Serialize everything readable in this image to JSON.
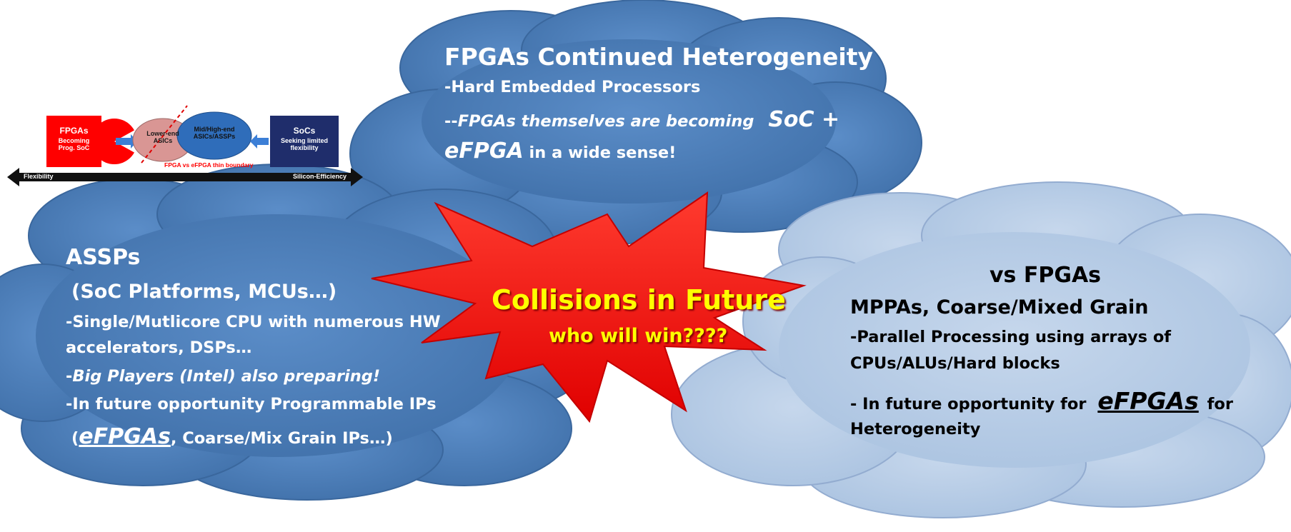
{
  "top_cloud": {
    "title": "FPGAs Continued Heterogeneity",
    "line1": "-Hard Embedded Processors",
    "line2_prefix": "--",
    "line2": "FPGAs themselves are becoming",
    "line2_big": "SoC +",
    "line3_em": "eFPGA",
    "line3": "in a wide sense!"
  },
  "left_cloud": {
    "title": "ASSPs",
    "subtitle": "(SoC Platforms, MCUs…)",
    "line1": "-Single/Mutlicore CPU with numerous HW",
    "line2": "accelerators, DSPs…",
    "line3_prefix": "-",
    "line3": "Big Players (Intel) also preparing!",
    "line4": "-In future opportunity Programmable IPs",
    "line5_open": "(",
    "line5_em": "eFPGAs",
    "line5": ", Coarse/Mix Grain IPs…)"
  },
  "right_cloud": {
    "title": "vs FPGAs",
    "subtitle": "MPPAs, Coarse/Mixed Grain",
    "line1": "-Parallel Processing using arrays of",
    "line2": "CPUs/ALUs/Hard blocks",
    "line3": "- In future opportunity for",
    "line3_em": "eFPGAs",
    "line3_suffix": "for",
    "line4": "Heterogeneity"
  },
  "burst": {
    "line1": "Collisions in Future",
    "line2": "who will win????"
  },
  "mini_diagram": {
    "fpgas_box": {
      "title": "FPGAs",
      "line1": "Becoming",
      "line2": "Prog. SoC"
    },
    "lower_end": {
      "line1": "Lower-end",
      "line2": "ASICs"
    },
    "mid_high": {
      "line1": "Mid/High-end",
      "line2": "ASICs/ASSPs"
    },
    "socs_box": {
      "title": "SoCs",
      "line1": "Seeking limited",
      "line2": "flexibility"
    },
    "boundary_label": "FPGA vs eFPGA thin boundary",
    "left_label": "Flexibility",
    "right_label": "Silicon-Efficiency"
  },
  "colors": {
    "cloud_dark": "#4f81bd",
    "cloud_light": "#b9cde5",
    "burst_red": "#ff1a1a",
    "burst_text": "#ffff00",
    "fpga_red": "#ff0000",
    "soc_navy": "#1f2d6b"
  }
}
